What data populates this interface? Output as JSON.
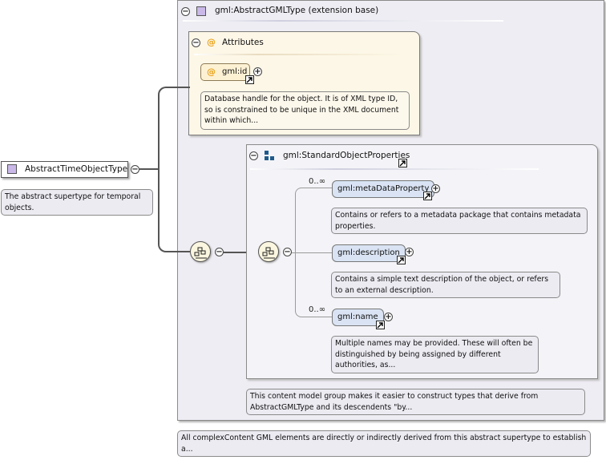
{
  "root": {
    "name": "AbstractTimeObjectType",
    "annotation": "The abstract supertype for temporal objects."
  },
  "base_type": {
    "title": "gml:AbstractGMLType (extension base)",
    "annotation": "All complexContent GML elements are directly or indirectly derived from this abstract supertype to establish a..."
  },
  "attributes": {
    "title": "Attributes",
    "id_attr": {
      "name": "gml:id",
      "annotation": "Database handle for the object. It is of XML type ID, so is constrained to be unique in the XML document within which..."
    }
  },
  "group": {
    "title": "gml:StandardObjectProperties",
    "annotation": "This content model group makes it easier to construct types that derive from AbstractGMLType and its descendents \"by..."
  },
  "elements": [
    {
      "name": "gml:metaDataProperty",
      "occurs": "0..∞",
      "annotation": "Contains or refers to a metadata package that contains metadata properties."
    },
    {
      "name": "gml:description",
      "occurs": "",
      "annotation": "Contains a simple text description of the object, or refers to an external description."
    },
    {
      "name": "gml:name",
      "occurs": "0..∞",
      "annotation": "Multiple names may be provided. These will often be distinguished by being assigned by different authorities, as..."
    }
  ],
  "symbols": {
    "collapse": "−",
    "expand": "+",
    "attr_marker": "@"
  },
  "colors": {
    "complex_type": "#c9b8e8",
    "attributes_bg": "#fdf7e7",
    "element_bg": "#d9e3f3",
    "annotation_bg": "#ecebf2",
    "group_icon": "#1f5a8a",
    "attr_marker": "#e8a21a"
  }
}
